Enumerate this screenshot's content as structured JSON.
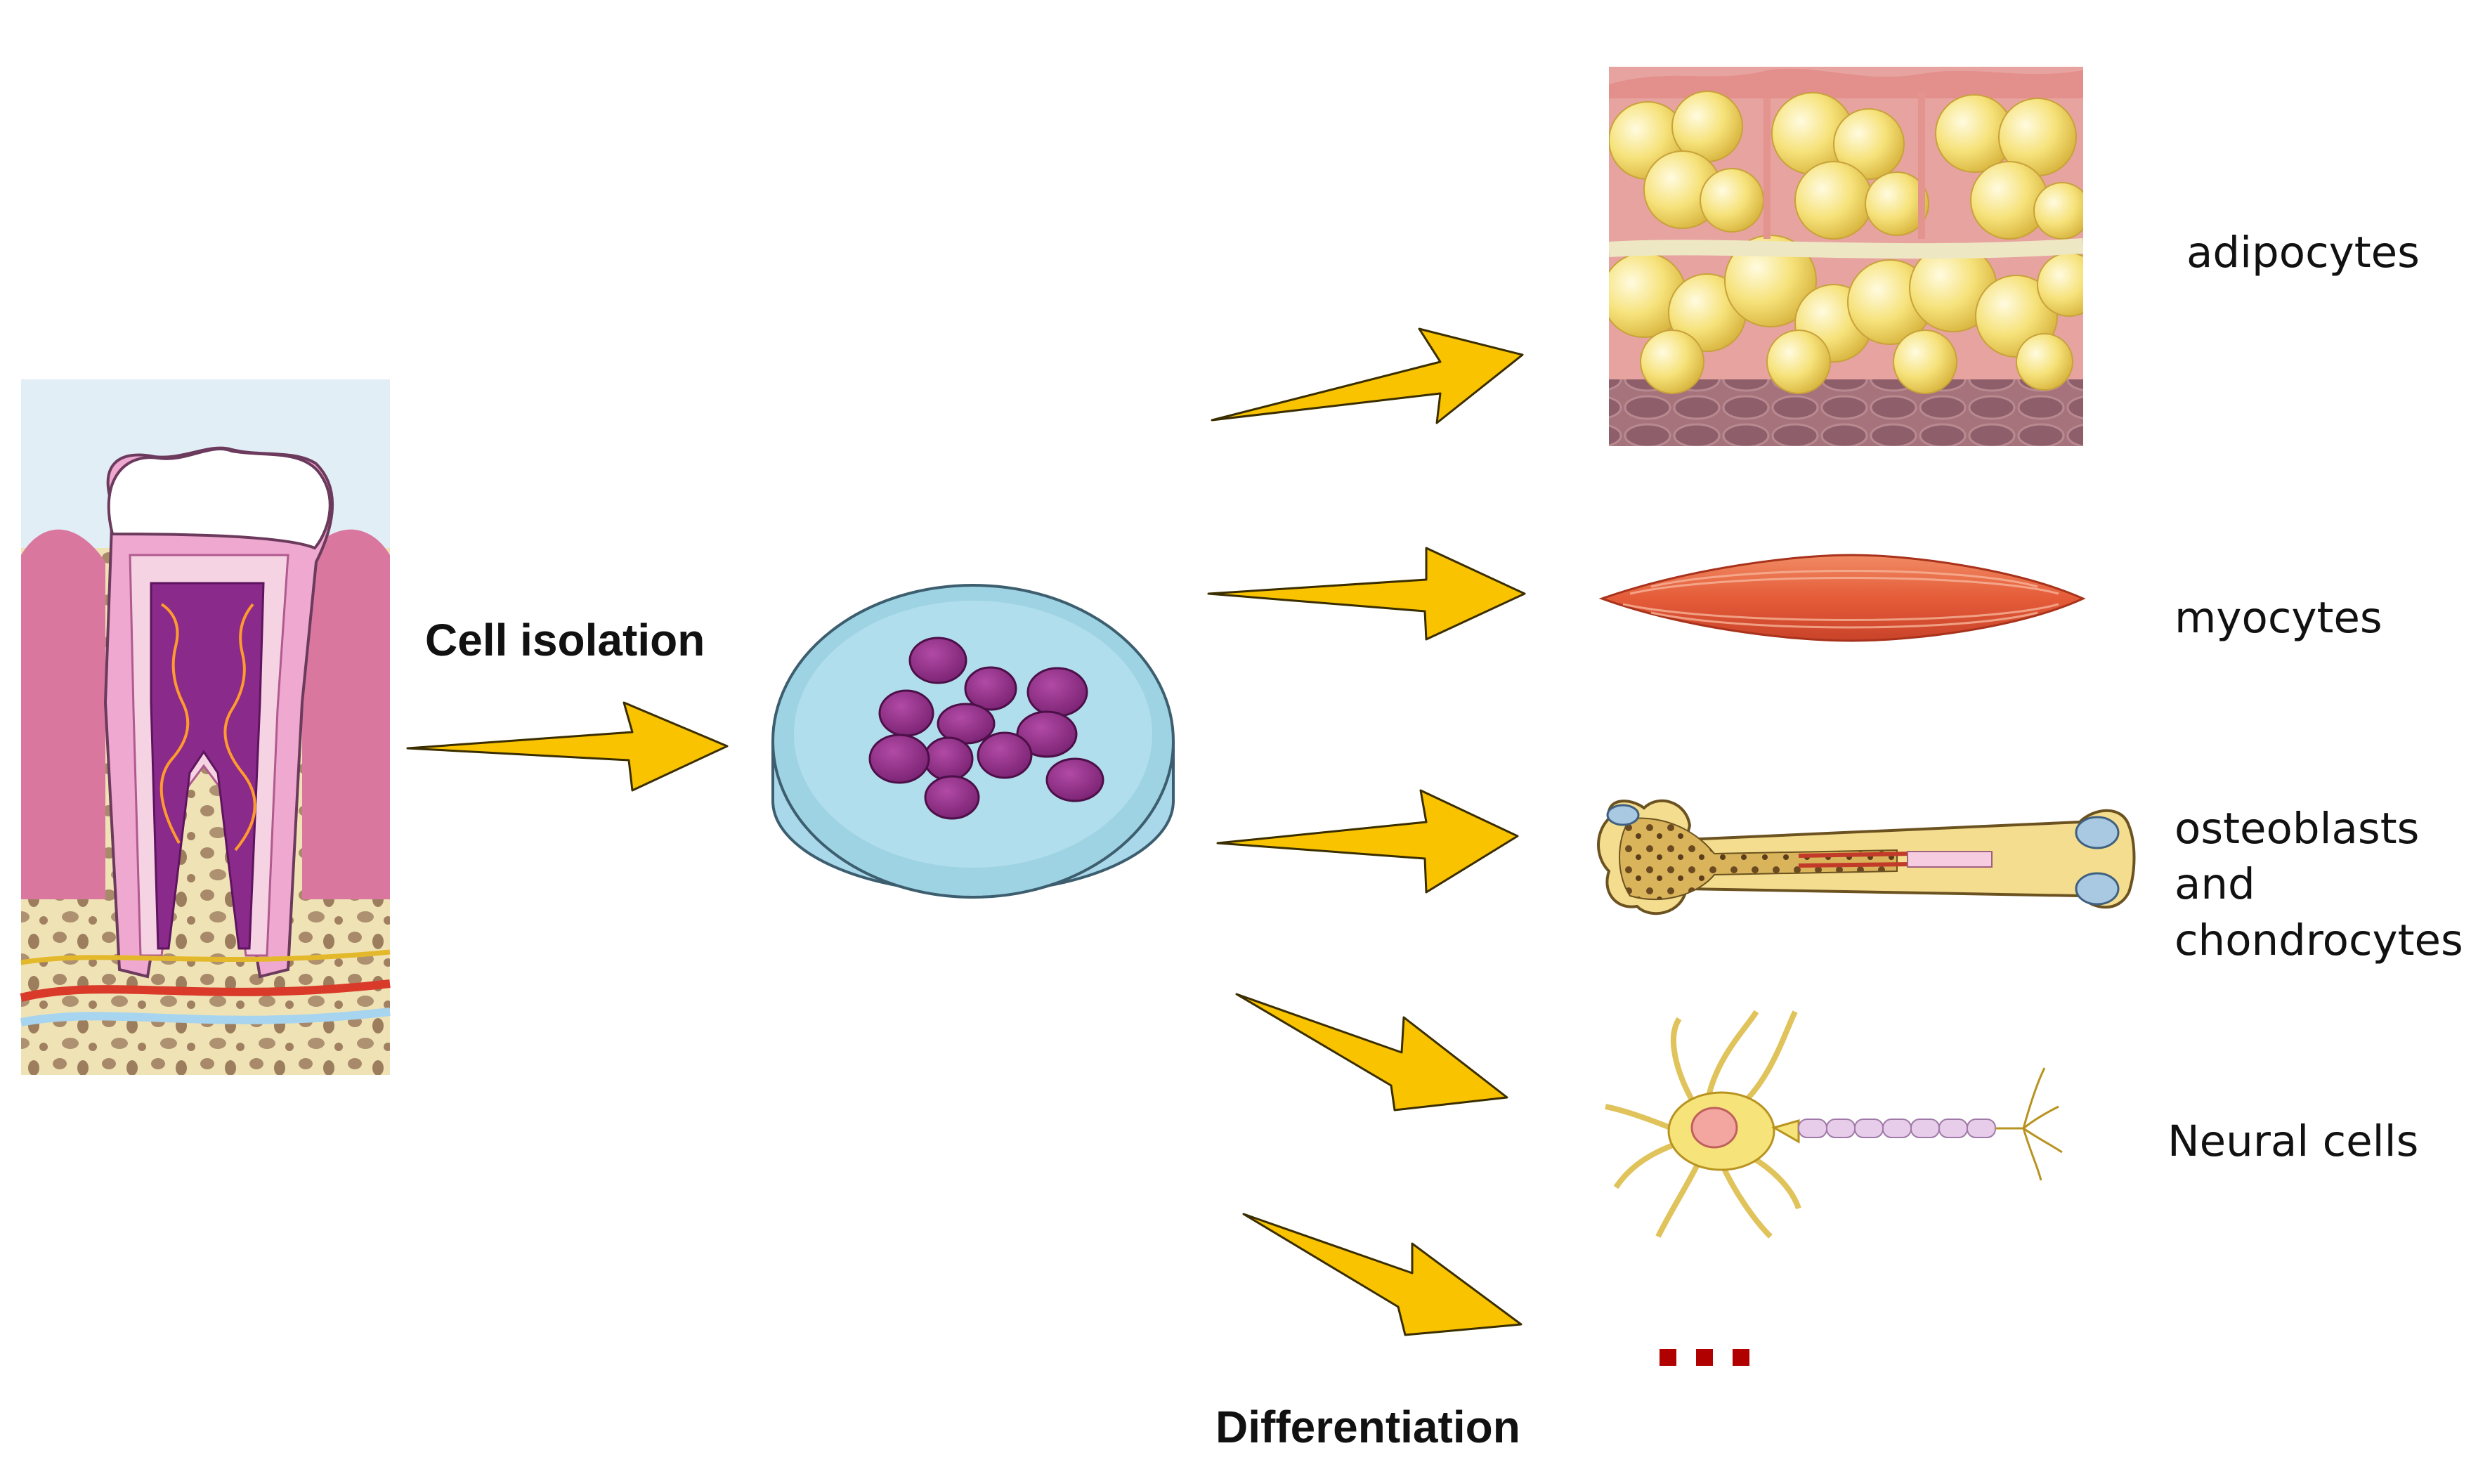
{
  "labels": {
    "cell_isolation": "Cell isolation",
    "differentiation": "Differentiation",
    "adipocytes": "adipocytes",
    "myocytes": "myocytes",
    "osteo_line1": "osteoblasts",
    "osteo_line2": "and",
    "osteo_line3": "chondrocytes",
    "neural": "Neural cells",
    "ellipsis": "..."
  },
  "colors": {
    "arrow": "#F9C300",
    "ellipsis": "#B10000",
    "cell": "#8E2C84",
    "dish": "#9ED3E4",
    "muscle": "#E9623F",
    "fat": "#F6E27A"
  }
}
